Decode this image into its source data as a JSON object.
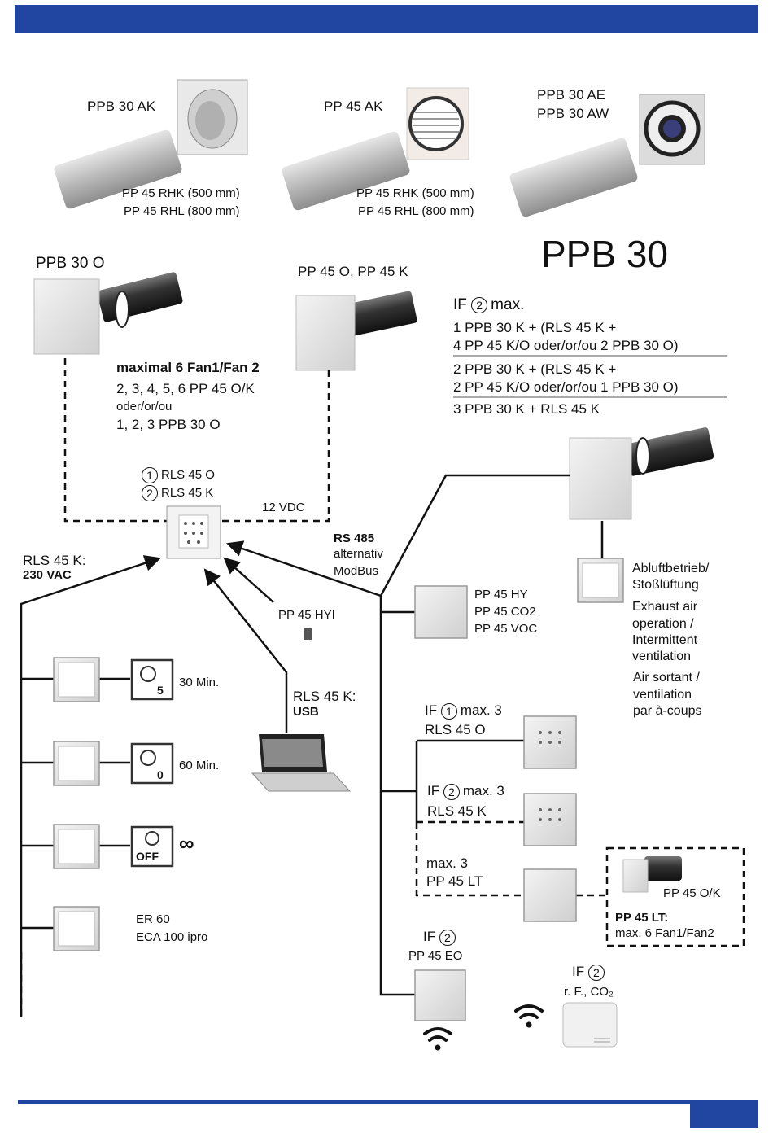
{
  "header": {
    "bar_color": "#2146a1"
  },
  "title": "PPB 30",
  "top_products": [
    {
      "name": "PPB 30 AK",
      "pipes": [
        "PP 45 RHK (500 mm)",
        "PP 45 RHL (800 mm)"
      ]
    },
    {
      "name": "PP 45 AK",
      "pipes": [
        "PP 45 RHK (500 mm)",
        "PP 45 RHL (800 mm)"
      ]
    },
    {
      "name_lines": [
        "PPB 30 AE",
        "PPB 30 AW"
      ]
    }
  ],
  "units": {
    "ppb30o": "PPB 30 O",
    "pp45ok": "PP 45 O, PP 45 K"
  },
  "maximal": {
    "heading": "maximal 6 Fan1/Fan 2",
    "lines": [
      "2, 3, 4, 5, 6 PP 45 O/K",
      "oder/or/ou",
      "1, 2, 3 PPB 30 O"
    ]
  },
  "if2": {
    "prefix": "IF",
    "num": "2",
    "suffix": "max.",
    "options": [
      [
        "1 PPB 30 K + (RLS 45 K +",
        "4 PP 45 K/O oder/or/ou 2 PPB 30 O)"
      ],
      [
        "2 PPB 30 K + (RLS 45 K +",
        "2 PP 45 K/O oder/or/ou 1 PPB 30 O)"
      ],
      [
        "3 PPB 30 K + RLS 45 K"
      ]
    ]
  },
  "controller": {
    "opt1_num": "1",
    "opt1": "RLS 45 O",
    "opt2_num": "2",
    "opt2": "RLS 45 K",
    "vdc": "12 VDC"
  },
  "rls_power": {
    "line1": "RLS 45 K:",
    "line2": "230 VAC"
  },
  "rs485": {
    "line1": "RS 485",
    "line2": "alternativ",
    "line3": "ModBus"
  },
  "exhaust": {
    "de": [
      "Abluftbetrieb/",
      "Stoßlüftung"
    ],
    "en": [
      "Exhaust air",
      "operation /",
      "Intermittent",
      "ventilation"
    ],
    "fr": [
      "Air sortant /",
      "ventilation",
      "par à-coups"
    ]
  },
  "sensors": [
    "PP 45 HY",
    "PP 45 CO2",
    "PP 45 VOC"
  ],
  "hyi": "PP 45 HYI",
  "usb": {
    "line1": "RLS 45 K:",
    "line2": "USB"
  },
  "switches": [
    {
      "badge": "5",
      "label": "30 Min."
    },
    {
      "badge": "0",
      "label": "60 Min."
    },
    {
      "badge": "OFF",
      "label": "∞"
    },
    {
      "lines": [
        "ER 60",
        "ECA 100 ipro"
      ]
    }
  ],
  "if1_rls": {
    "prefix": "IF",
    "num": "1",
    "text": "max. 3",
    "line2": "RLS 45 O"
  },
  "if2_rls": {
    "prefix": "IF",
    "num": "2",
    "text": "max. 3",
    "line2": "RLS 45 K"
  },
  "lt": {
    "line1": "max. 3",
    "line2": "PP 45 LT"
  },
  "lt_box": {
    "unit": "PP 45 O/K",
    "line1": "PP 45 LT:",
    "line2": "max. 6 Fan1/Fan2"
  },
  "eo": {
    "prefix": "IF",
    "num": "2",
    "line2": "PP 45 EO"
  },
  "wireless": {
    "prefix": "IF",
    "num": "2",
    "line2": "r. F., CO₂"
  }
}
